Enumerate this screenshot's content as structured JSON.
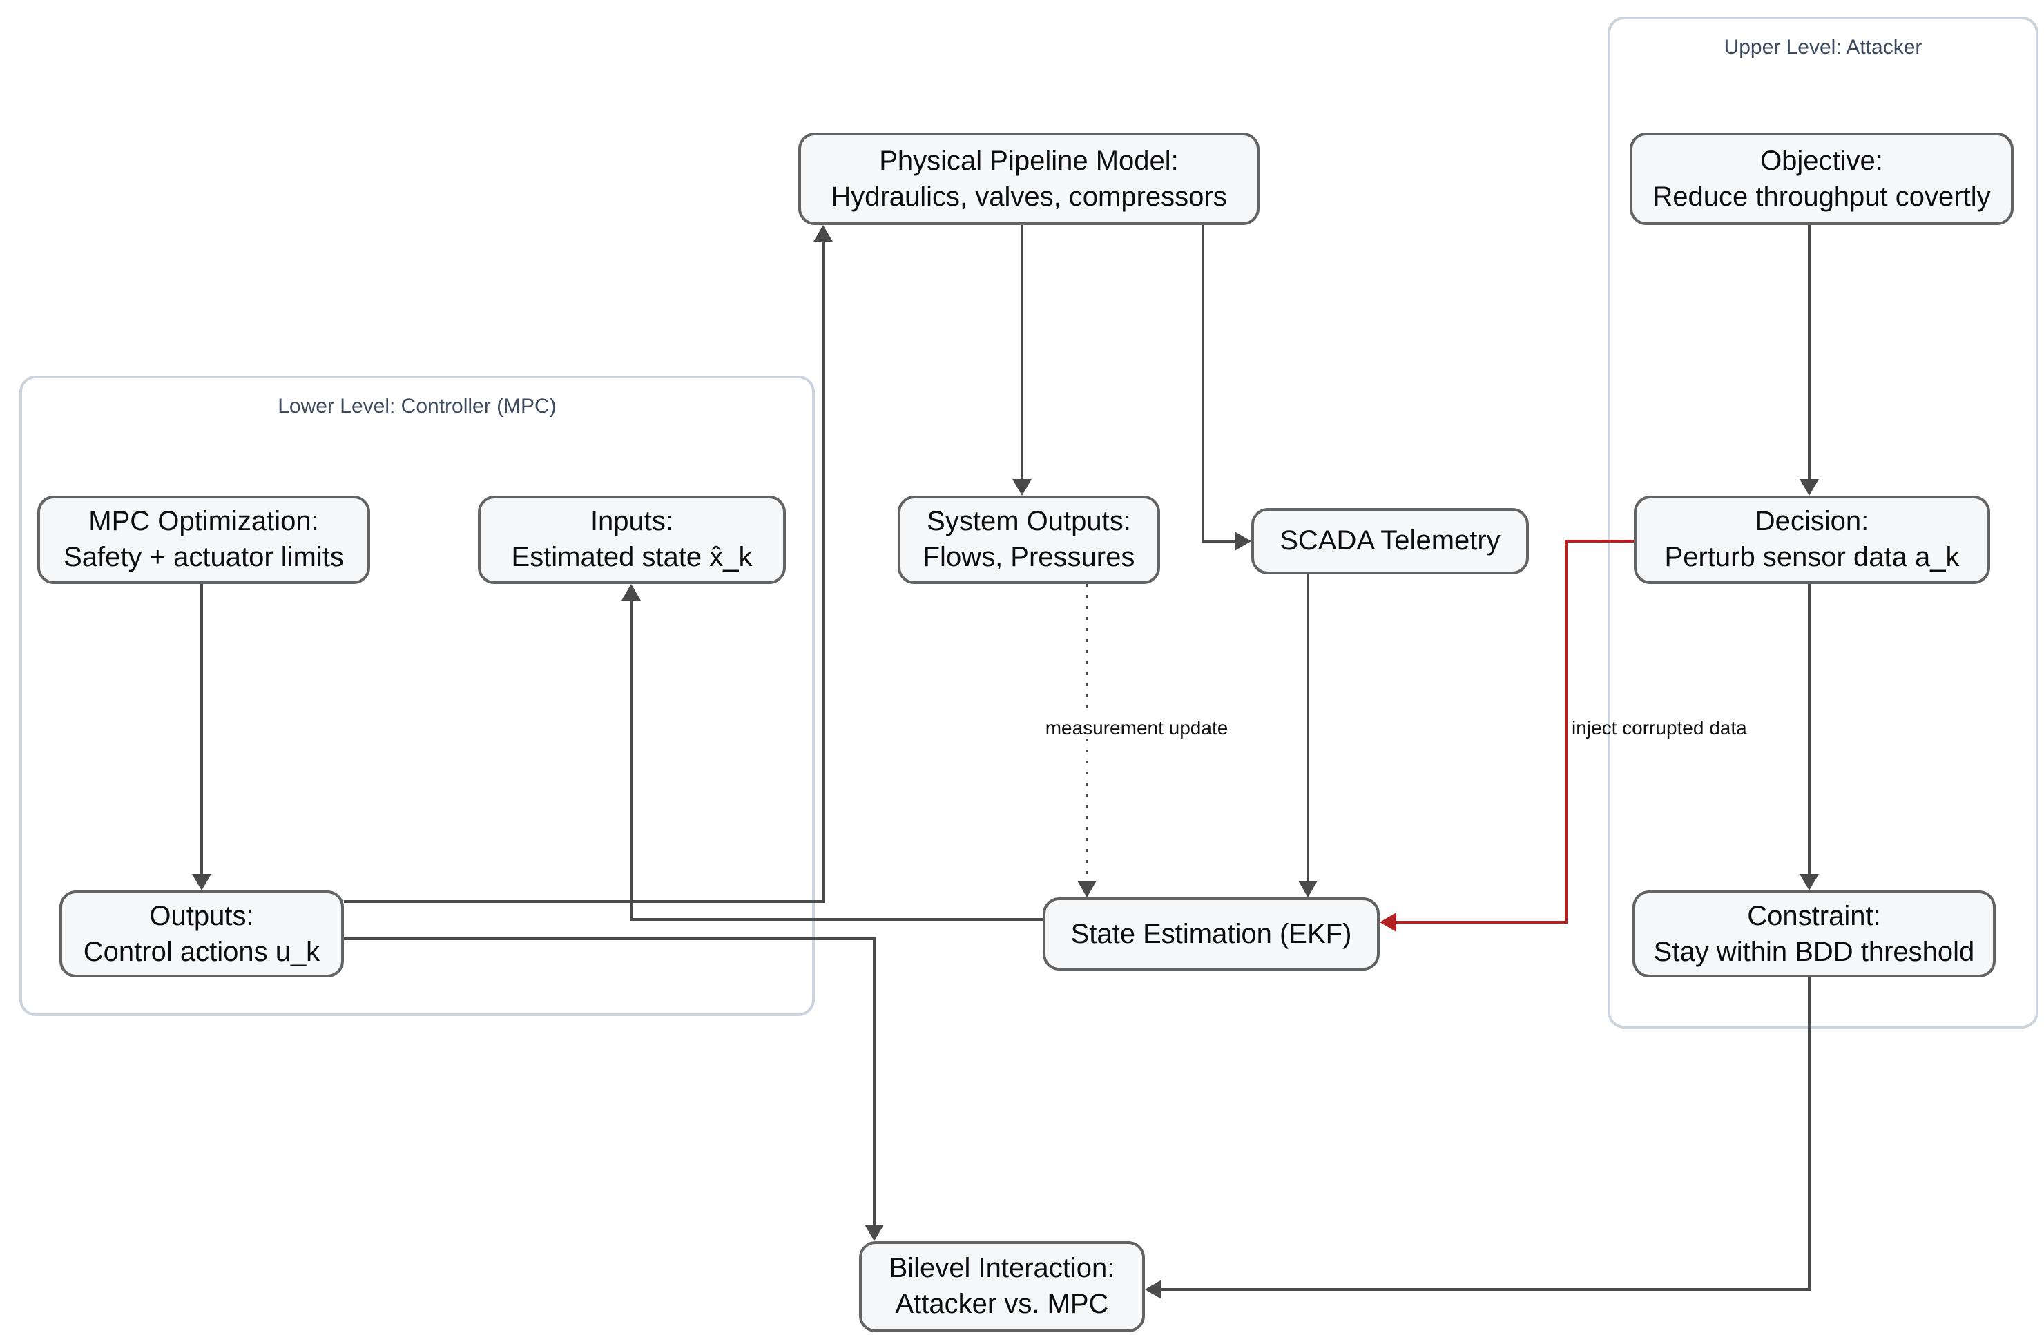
{
  "diagram": {
    "clusters": {
      "lower": {
        "label": "Lower Level: Controller (MPC)"
      },
      "upper": {
        "label": "Upper Level: Attacker"
      }
    },
    "nodes": {
      "mpc": {
        "line1": "MPC Optimization:",
        "line2": "Safety + actuator limits"
      },
      "inputs": {
        "line1": "Inputs:",
        "line2": "Estimated state x̂_k"
      },
      "outputs": {
        "line1": "Outputs:",
        "line2": "Control actions u_k"
      },
      "ppm": {
        "line1": "Physical Pipeline Model:",
        "line2": "Hydraulics, valves, compressors"
      },
      "sysout": {
        "line1": "System Outputs:",
        "line2": "Flows, Pressures"
      },
      "scada": {
        "line1": "SCADA Telemetry"
      },
      "ekf": {
        "line1": "State Estimation (EKF)"
      },
      "bilevel": {
        "line1": "Bilevel Interaction:",
        "line2": "Attacker vs. MPC"
      },
      "objective": {
        "line1": "Objective:",
        "line2": "Reduce throughput covertly"
      },
      "decision": {
        "line1": "Decision:",
        "line2": "Perturb sensor data a_k"
      },
      "constraint": {
        "line1": "Constraint:",
        "line2": "Stay within BDD threshold"
      }
    },
    "edge_labels": {
      "measurement_update": "measurement update",
      "inject_corrupted_data": "inject corrupted data"
    },
    "edges": [
      {
        "from": "MPC Optimization",
        "to": "Outputs",
        "style": "solid"
      },
      {
        "from": "Outputs",
        "to": "Physical Pipeline Model",
        "style": "solid"
      },
      {
        "from": "Outputs",
        "to": "Bilevel Interaction",
        "style": "solid"
      },
      {
        "from": "Physical Pipeline Model",
        "to": "System Outputs",
        "style": "solid"
      },
      {
        "from": "Physical Pipeline Model",
        "to": "SCADA Telemetry",
        "style": "solid"
      },
      {
        "from": "System Outputs",
        "to": "State Estimation (EKF)",
        "style": "dotted",
        "label": "measurement update"
      },
      {
        "from": "SCADA Telemetry",
        "to": "State Estimation (EKF)",
        "style": "solid"
      },
      {
        "from": "State Estimation (EKF)",
        "to": "Inputs",
        "style": "solid"
      },
      {
        "from": "Decision",
        "to": "State Estimation (EKF)",
        "style": "solid",
        "color": "#b22222",
        "label": "inject corrupted data"
      },
      {
        "from": "Objective",
        "to": "Decision",
        "style": "solid"
      },
      {
        "from": "Decision",
        "to": "Constraint",
        "style": "solid"
      },
      {
        "from": "Constraint",
        "to": "Bilevel Interaction",
        "style": "solid"
      }
    ],
    "colors": {
      "edge": "#4a4a4a",
      "attack_edge": "#b22222",
      "node_fill": "#f6f7f9",
      "node_border": "#636363",
      "cluster_border": "#ccd5de",
      "cluster_label": "#3b4a5e",
      "background": "#ffffff"
    }
  }
}
